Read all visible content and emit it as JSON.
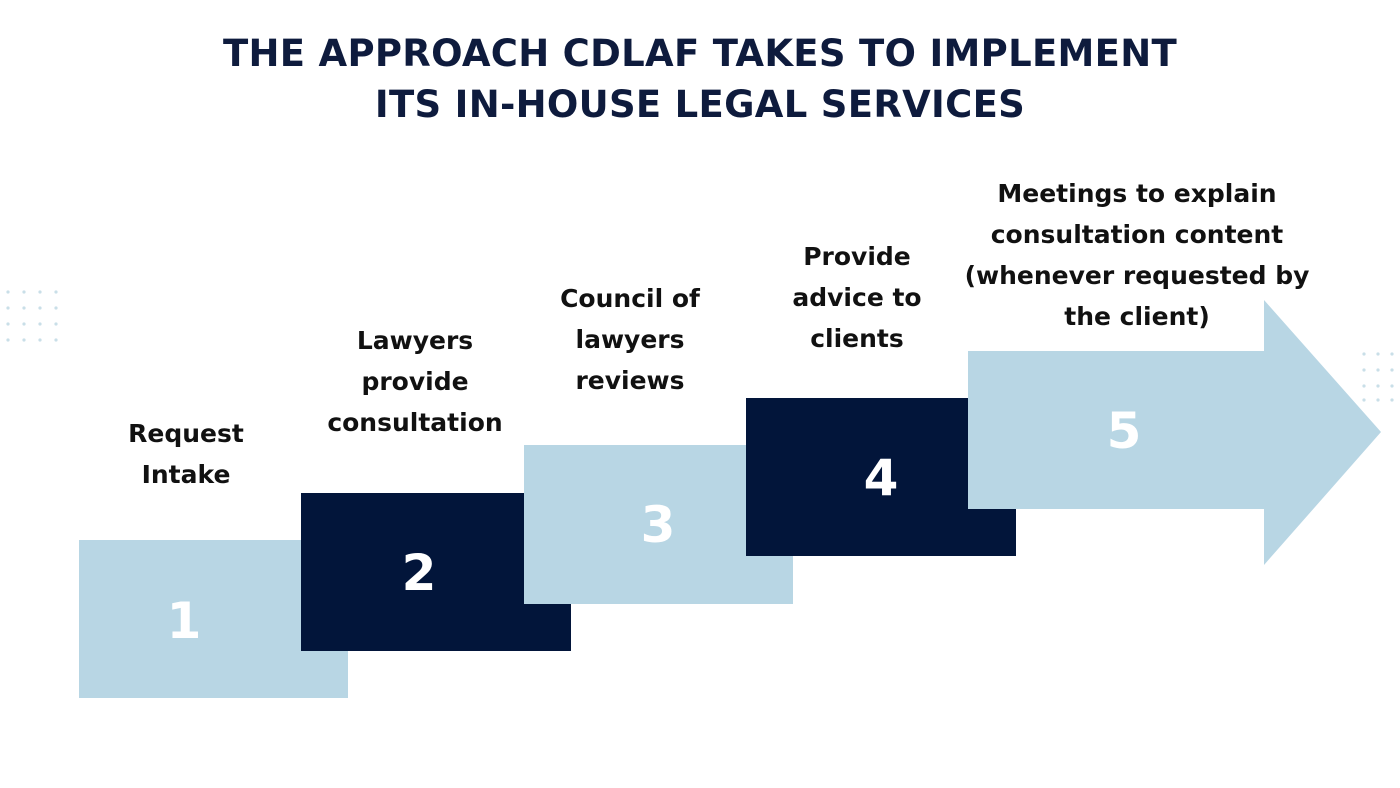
{
  "title": {
    "line1": "THE APPROACH CDLAF TAKES TO IMPLEMENT",
    "line2": "ITS IN-HOUSE LEGAL SERVICES"
  },
  "steps": [
    {
      "number": "1",
      "lines": [
        "Request",
        "Intake"
      ]
    },
    {
      "number": "2",
      "lines": [
        "Lawyers",
        "provide",
        "consultation"
      ]
    },
    {
      "number": "3",
      "lines": [
        "Council of",
        "lawyers",
        "reviews"
      ]
    },
    {
      "number": "4",
      "lines": [
        "Provide",
        "advice to",
        "clients"
      ]
    },
    {
      "number": "5",
      "lines": [
        "Meetings to explain",
        "consultation content",
        "(whenever requested by",
        "the client)"
      ]
    }
  ],
  "colors": {
    "navy": "#02153a",
    "light_blue": "#b8d6e4",
    "fold_light": "#deeef5",
    "fold_dark": "#5d7189",
    "dots": "#c9dfe8",
    "title": "#0e1b3d",
    "label": "#111111"
  }
}
